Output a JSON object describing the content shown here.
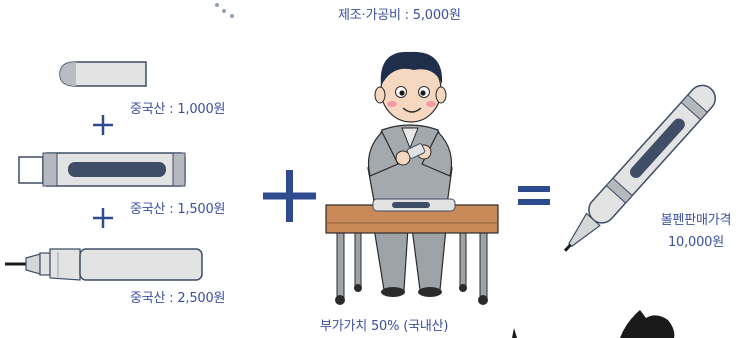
{
  "labels": {
    "processing_cost": "제조·가공비 : 5,000원",
    "part_cap": "중국산 : 1,000원",
    "part_body": "중국산 : 1,500원",
    "part_tip": "중국산 : 2,500원",
    "value_added": "부가가치 50% (국내산)",
    "sale_price_label": "볼펜판매가격",
    "sale_price_value": "10,000원"
  },
  "colors": {
    "label_text": "#3b4fa1",
    "operator": "#2d4b8e",
    "part_fill": "#e3e3e3",
    "part_dark": "#3f4d66",
    "table_top": "#c98a5a",
    "worker_uniform": "#9ea3a8",
    "worker_hair": "#1f2e4a"
  },
  "icons": [
    "cap-part-icon",
    "plus-icon",
    "pen-body-part-icon",
    "pen-tip-part-icon",
    "worker-illustration",
    "equals-icon",
    "finished-pen-icon"
  ]
}
